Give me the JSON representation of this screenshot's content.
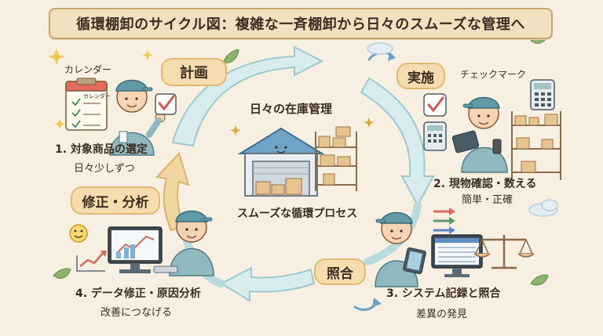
{
  "title": "循環棚卸のサイクル図：複雑な一斉棚卸から日々のスムーズな管理へ",
  "phases": {
    "plan": "計画",
    "do": "実施",
    "fix": "修正・分析",
    "check": "照合"
  },
  "steps": {
    "s1": {
      "title": "1. 対象商品の選定",
      "sub": "日々少しずつ"
    },
    "s2": {
      "title": "2. 現物確認・数える",
      "sub": "簡単・正確"
    },
    "s3": {
      "title": "3. システム記録と照合",
      "sub": "差異の発見"
    },
    "s4": {
      "title": "4. データ修正・原因分析",
      "sub": "改善につなげる"
    }
  },
  "labels": {
    "calendar": "カレンダー",
    "calendar_inner": "カレンダー",
    "checkmark": "チェックマーク"
  },
  "center": {
    "title": "日々の在庫管理",
    "subtitle": "スムーズな循環プロセス"
  },
  "colors": {
    "arrow": "#d7ecef",
    "arrow_stroke": "#9fc9cf",
    "arrow_head": "#f1d79f",
    "uniform": "#8fb8bf",
    "cap": "#5f9aa6"
  }
}
